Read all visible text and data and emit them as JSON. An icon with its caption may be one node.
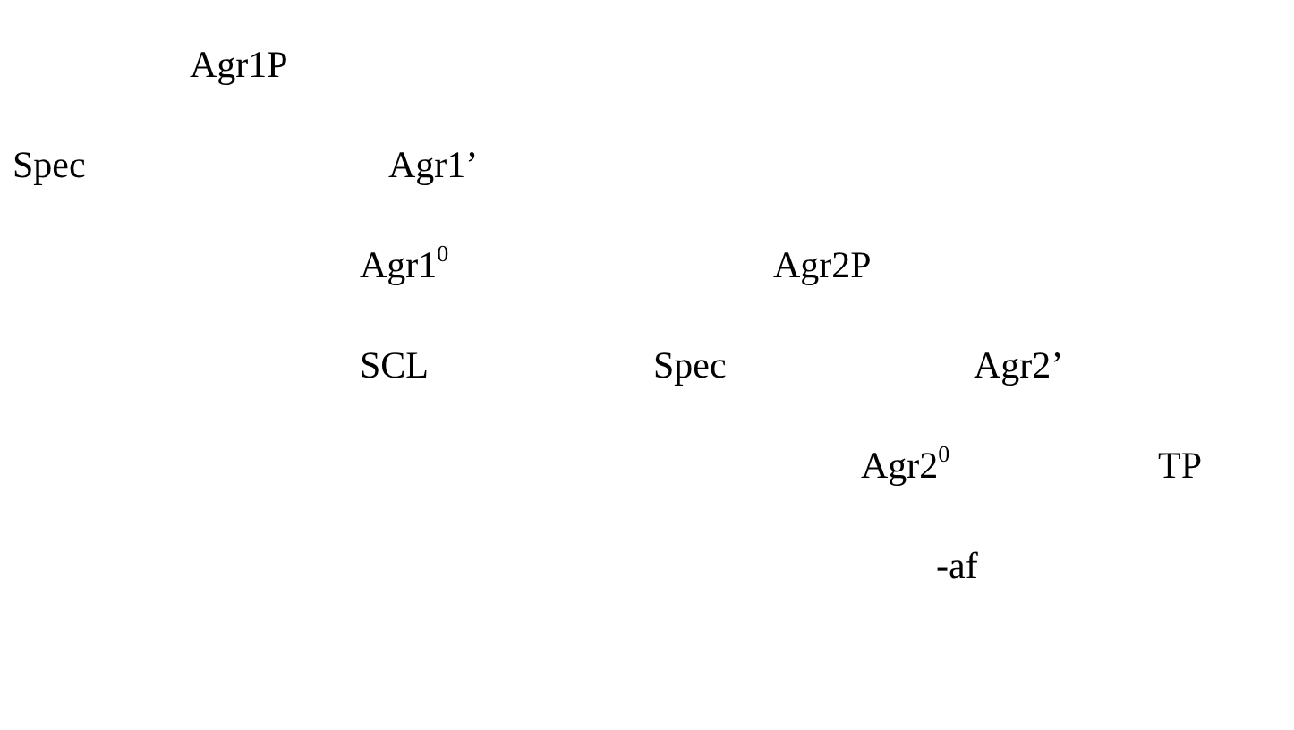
{
  "diagram": {
    "labels": [
      "Agr1P",
      "Spec",
      "Agr1’",
      "Agr1$^{0}$",
      "Agr2P",
      "SCL",
      "Spec",
      "Agr2’",
      "Agr2$^{0}$",
      "TP",
      "-af"
    ]
  }
}
